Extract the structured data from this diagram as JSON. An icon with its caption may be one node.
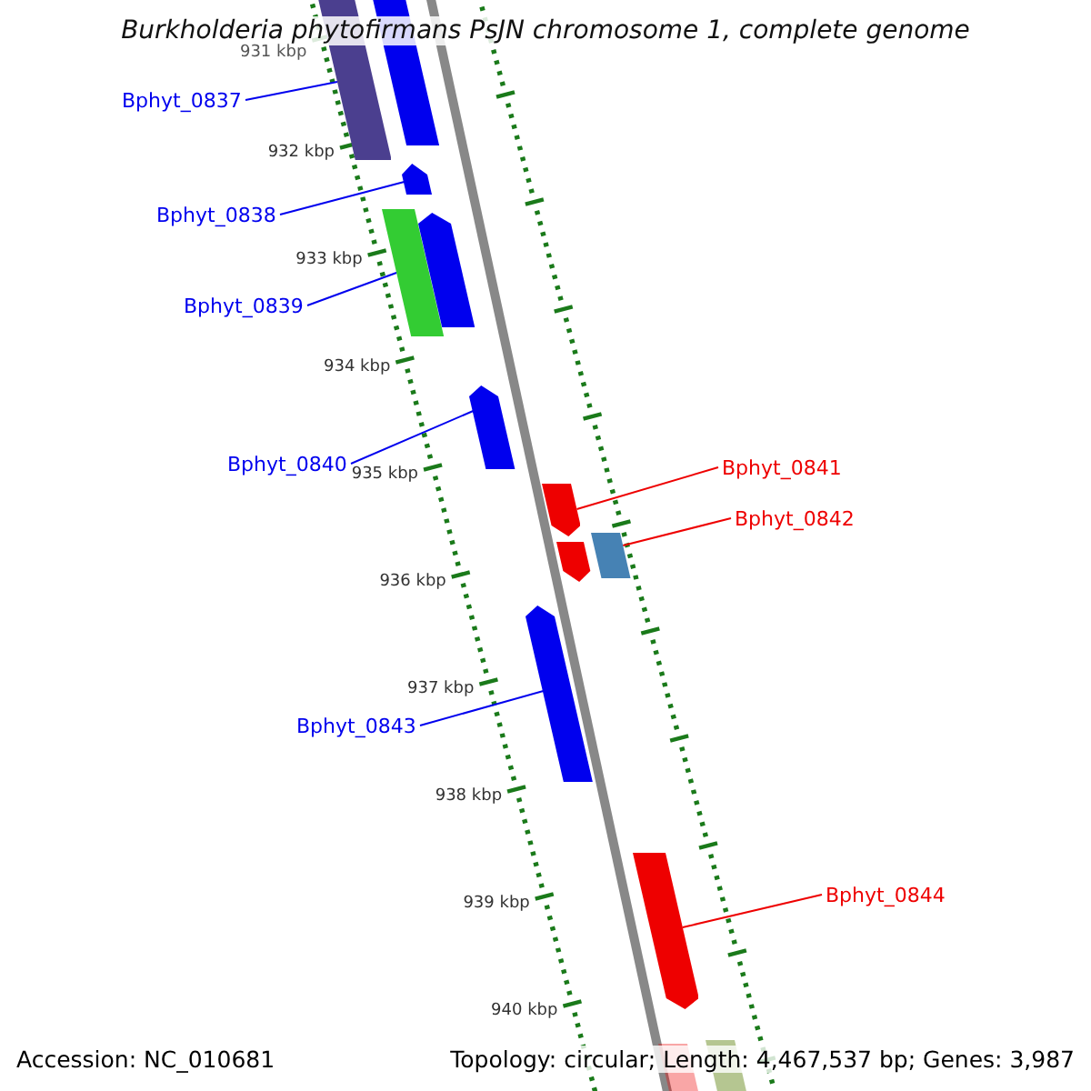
{
  "diagram": {
    "title": "Burkholderia phytofirmans PsJN chromosome 1, complete genome",
    "nodes": [
      {
        "text": [
          "Bphyt_0837"
        ]
      },
      {
        "text": [
          "Bphyt_0838"
        ]
      },
      {
        "text": [
          "Bphyt_0839"
        ]
      },
      {
        "text": [
          "Bphyt_0840"
        ]
      },
      {
        "text": [
          "Bphyt_0841"
        ]
      },
      {
        "text": [
          "Bphyt_0842"
        ]
      },
      {
        "text": [
          "Bphyt_0843"
        ]
      },
      {
        "text": [
          "Bphyt_0844"
        ]
      },
      {
        "text": [],
        "shape": "bar"
      },
      {
        "text": [],
        "shape": "bar"
      },
      {
        "text": [],
        "shape": "arrow"
      },
      {
        "text": [],
        "shape": "bar"
      },
      {
        "text": [],
        "shape": "arrow"
      },
      {
        "text": [],
        "shape": "arrow"
      },
      {
        "text": [],
        "shape": "arrow"
      },
      {
        "text": [],
        "shape": "arrow"
      },
      {
        "text": [],
        "shape": "bar"
      },
      {
        "text": [],
        "shape": "arrow"
      },
      {
        "text": [],
        "shape": "arrow"
      },
      {
        "text": [],
        "shape": "bar"
      },
      {
        "text": [],
        "shape": "bar"
      }
    ],
    "edges": [
      {
        "from": 0,
        "to": 8,
        "arrow": "none"
      },
      {
        "from": 1,
        "to": 10,
        "arrow": "none"
      },
      {
        "from": 2,
        "to": 11,
        "arrow": "none"
      },
      {
        "from": 3,
        "to": 13,
        "arrow": "none"
      },
      {
        "from": 4,
        "to": 14,
        "arrow": "none",
        "color": "#ee0000"
      },
      {
        "from": 5,
        "to": 16,
        "arrow": "none",
        "color": "#ee0000"
      },
      {
        "from": 6,
        "to": 17,
        "arrow": "none"
      },
      {
        "from": 7,
        "to": 18,
        "arrow": "none",
        "color": "#ee0000"
      }
    ],
    "labels": [
      "931 kbp",
      "932 kbp",
      "933 kbp",
      "934 kbp",
      "935 kbp",
      "936 kbp",
      "937 kbp",
      "938 kbp",
      "939 kbp",
      "940 kbp",
      "Accession: NC_010681",
      "Topology: circular; Length: 4,467,537 bp; Genes: 3,987"
    ]
  }
}
